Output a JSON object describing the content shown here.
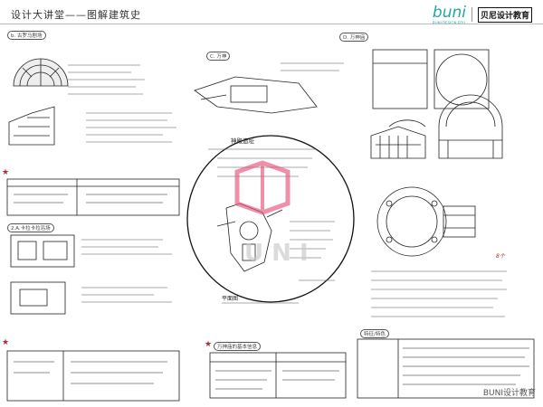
{
  "header": {
    "title": "设计大讲堂——图解建筑史",
    "brand_logo": "buni",
    "brand_sub": "BUNI DESIGN EDU",
    "brand_name": "贝尼设计教育"
  },
  "sections": {
    "top_left_tag": "b. 古罗马剧场",
    "top_middle_tag": "C. 万神",
    "top_right_tag": "D. 万神庙",
    "mid_left_tag": "2.A.卡拉卡拉浴场",
    "circle_label": "神殿遗址",
    "bottom_middle_tag": "万神庙的基本信息",
    "bottom_right_tag": "特征/特色",
    "plan_label": "平面图",
    "annotation_red": "8个"
  },
  "watermark": "BUNI设计教育",
  "colors": {
    "accent_teal": "#1fa7a8",
    "accent_red": "#c0262d",
    "logo_pink": "#e8567a"
  }
}
